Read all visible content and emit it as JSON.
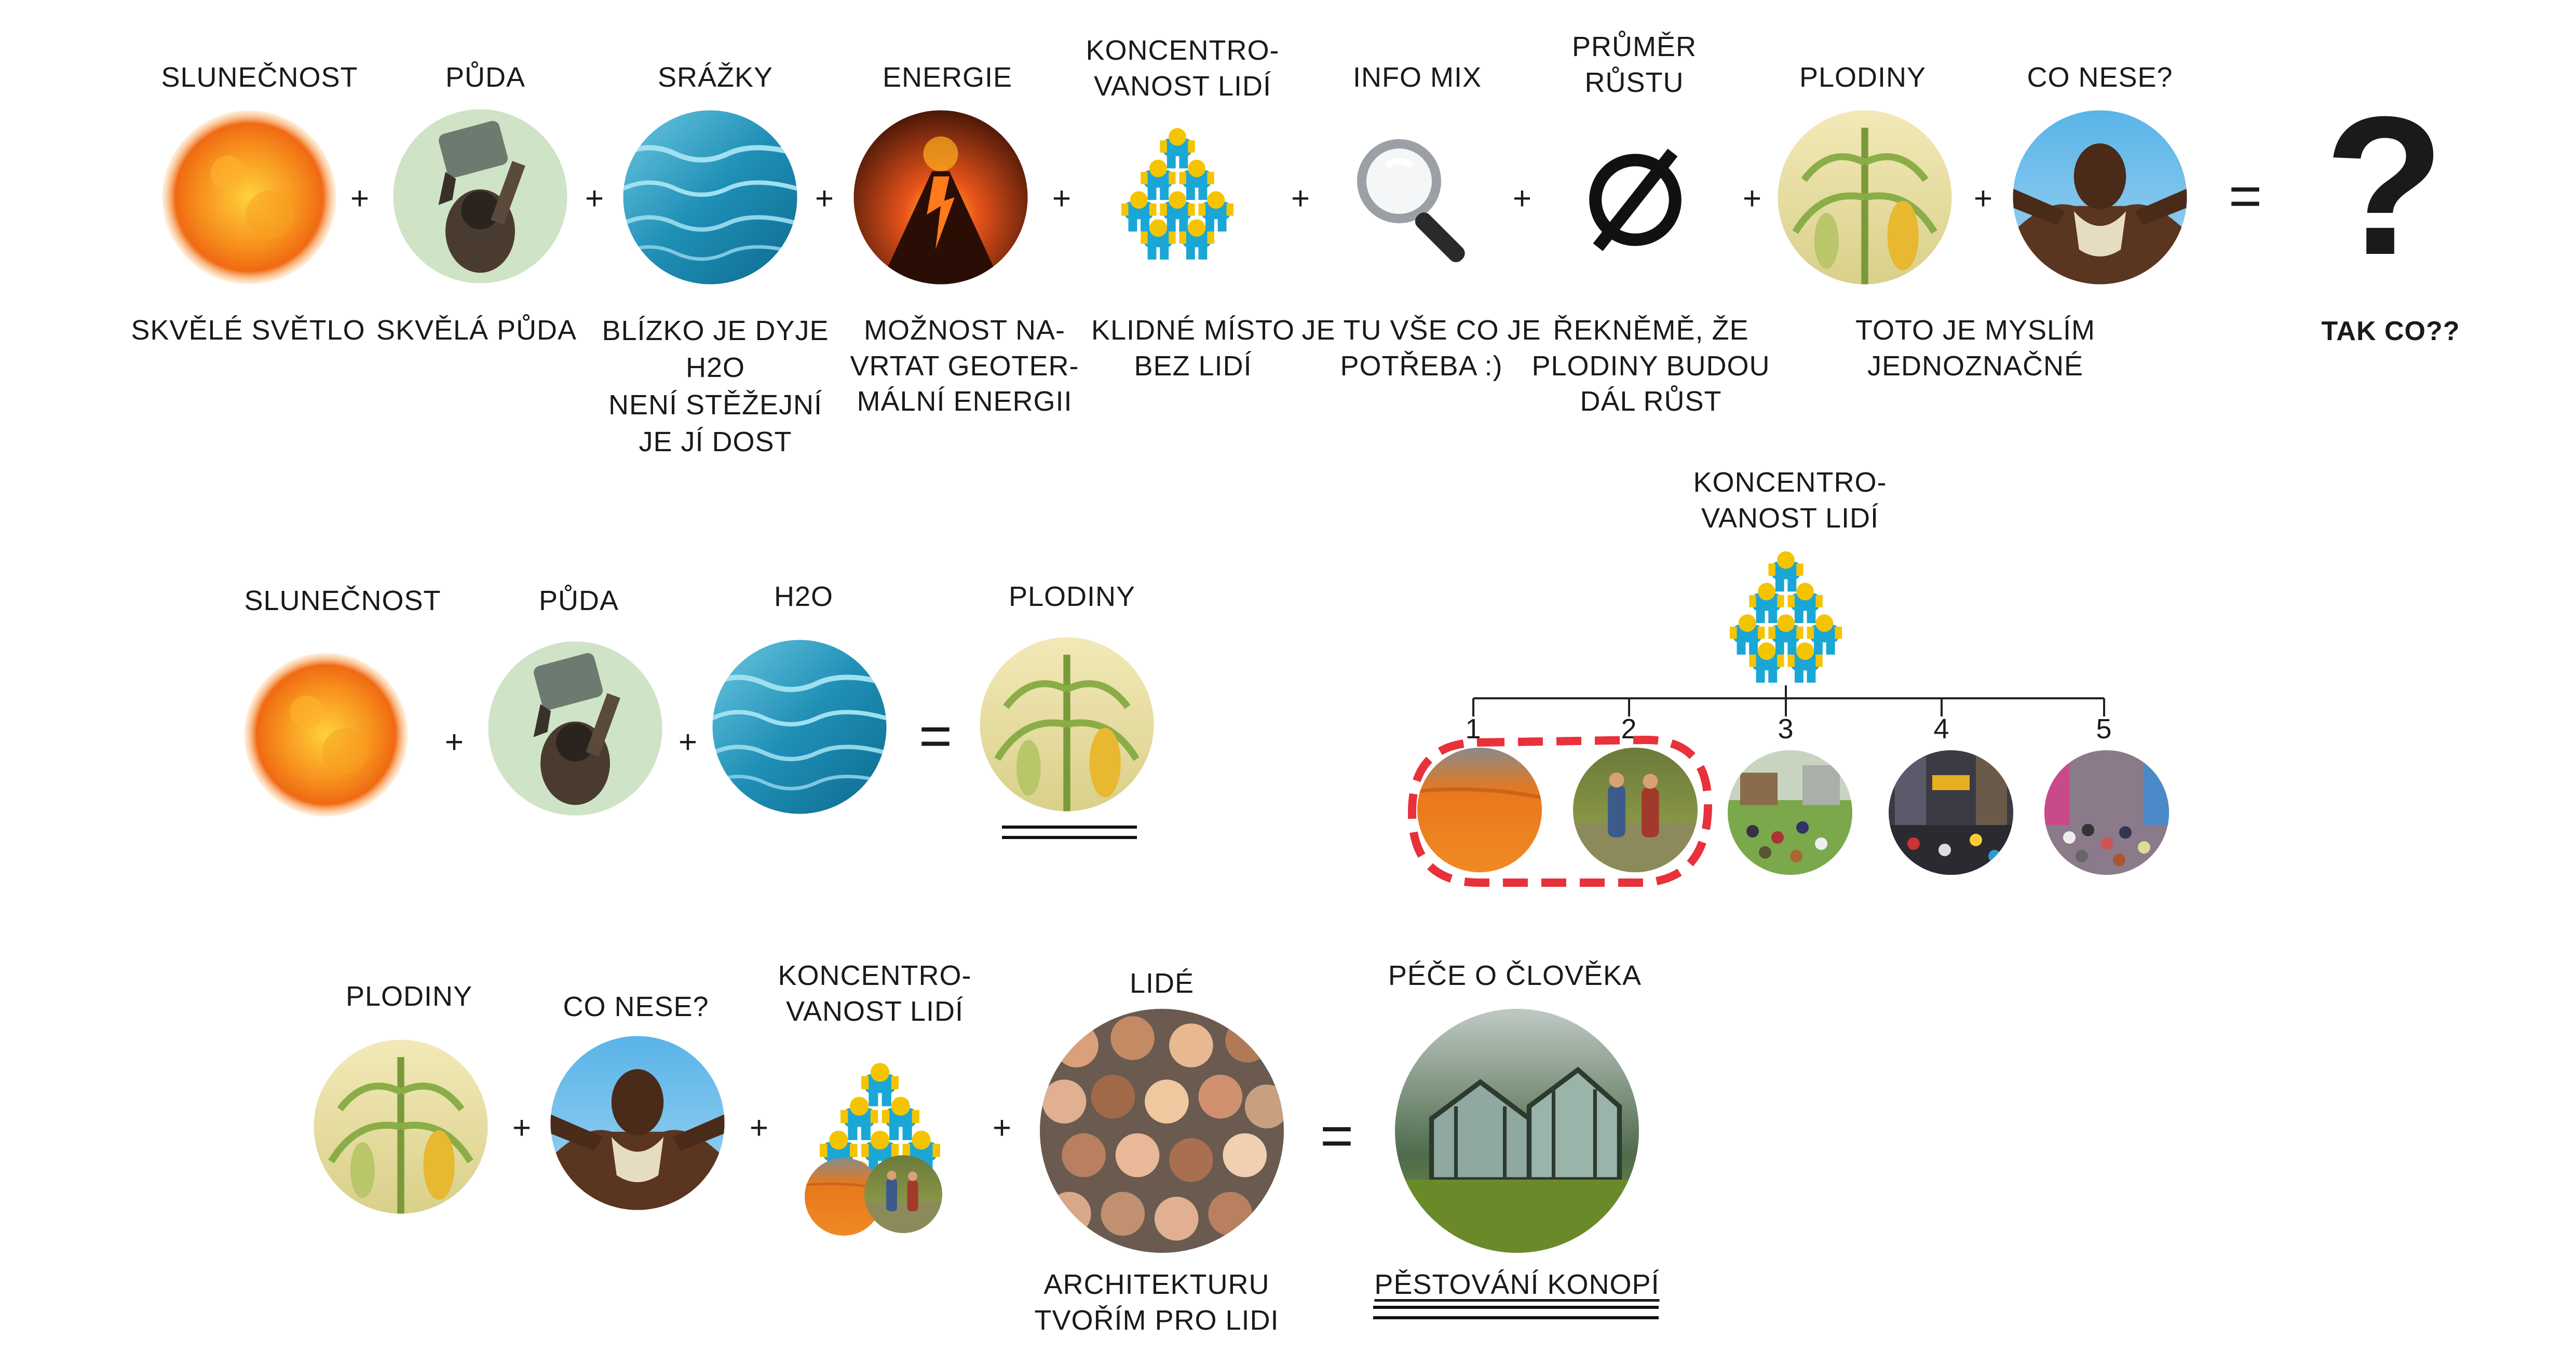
{
  "row1": {
    "items": [
      {
        "label_lines": [
          "SLUNEČNOST"
        ],
        "desc_lines": [
          "SKVĚLÉ SVĚTLO"
        ],
        "icon": "sun-icon"
      },
      {
        "label_lines": [
          "PŮDA"
        ],
        "desc_lines": [
          "SKVĚLÁ PŮDA"
        ],
        "icon": "soil-bucket-photo"
      },
      {
        "label_lines": [
          "SRÁŽKY"
        ],
        "desc_lines": [
          "BLÍZKO JE DYJE",
          "H2O",
          "NENÍ STĚŽEJNÍ",
          "JE JÍ DOST"
        ],
        "icon": "water-icon"
      },
      {
        "label_lines": [
          "ENERGIE"
        ],
        "desc_lines": [
          "MOŽNOST NA-",
          "VRTAT GEOTER-",
          "MÁLNÍ ENERGII"
        ],
        "icon": "volcano-icon"
      },
      {
        "label_lines": [
          "KONCENTRO-",
          "VANOST LIDÍ"
        ],
        "desc_lines": [
          "KLIDNÉ MÍSTO",
          "BEZ LIDÍ"
        ],
        "icon": "people-pyramid-icon"
      },
      {
        "label_lines": [
          "INFO MIX"
        ],
        "desc_lines": [
          "JE TU VŠE CO JE",
          "POTŘEBA :)"
        ],
        "icon": "magnifier-icon"
      },
      {
        "label_lines": [
          "PRŮMĚR",
          "RŮSTU"
        ],
        "desc_lines": [
          "ŘEKNĚMĚ, ŽE",
          "PLODINY BUDOU",
          "DÁL RŮST"
        ],
        "icon": "diameter-icon"
      },
      {
        "label_lines": [
          "PLODINY"
        ],
        "desc_lines": [
          "TOTO JE MYSLÍM",
          "JEDNOZNAČNÉ"
        ],
        "icon": "corn-plant-icon"
      },
      {
        "label_lines": [
          "CO NESE?"
        ],
        "desc_lines": [],
        "icon": "man-portrait-photo"
      }
    ],
    "plus": "+",
    "equals": "=",
    "result_symbol": "?",
    "result_text": "TAK CO??"
  },
  "row2": {
    "items": [
      {
        "label": "SLUNEČNOST",
        "icon": "sun-icon"
      },
      {
        "label": "PŮDA",
        "icon": "soil-bucket-photo"
      },
      {
        "label": "H2O",
        "icon": "water-icon"
      }
    ],
    "plus": "+",
    "equals": "=",
    "result_label": "PLODINY",
    "result_icon": "corn-plant-icon"
  },
  "tree": {
    "label_lines": [
      "KONCENTRO-",
      "VANOST LIDÍ"
    ],
    "levels": [
      "1",
      "2",
      "3",
      "4",
      "5"
    ],
    "level_icons": [
      "empty-field-photo",
      "hikers-photo",
      "park-crowd-photo",
      "city-square-photo",
      "busy-street-photo"
    ],
    "highlighted_levels": [
      "1",
      "2"
    ]
  },
  "row3": {
    "items": [
      {
        "label_lines": [
          "PLODINY"
        ],
        "icon": "corn-plant-icon"
      },
      {
        "label_lines": [
          "CO NESE?"
        ],
        "icon": "man-portrait-photo"
      },
      {
        "label_lines": [
          "KONCENTRO-",
          "VANOST LIDÍ"
        ],
        "icon": "people-pyramid-with-levels-icon"
      },
      {
        "label_lines": [
          "LIDÉ"
        ],
        "desc_lines": [
          "ARCHITEKTURU",
          "TVOŘÍM PRO LIDI"
        ],
        "icon": "crowd-photo"
      }
    ],
    "plus": "+",
    "equals": "=",
    "result_label": "PÉČE O ČLOVĚKA",
    "result_icon": "greenhouse-photo",
    "result_text": "PĚSTOVÁNÍ KONOPÍ"
  },
  "colors": {
    "sun": "#f7931e",
    "water": "#2b9fc4",
    "people_yellow": "#f5c400",
    "people_cyan": "#1aa7d6",
    "dashed_highlight": "#e8313b",
    "text": "#1a1a1a"
  }
}
